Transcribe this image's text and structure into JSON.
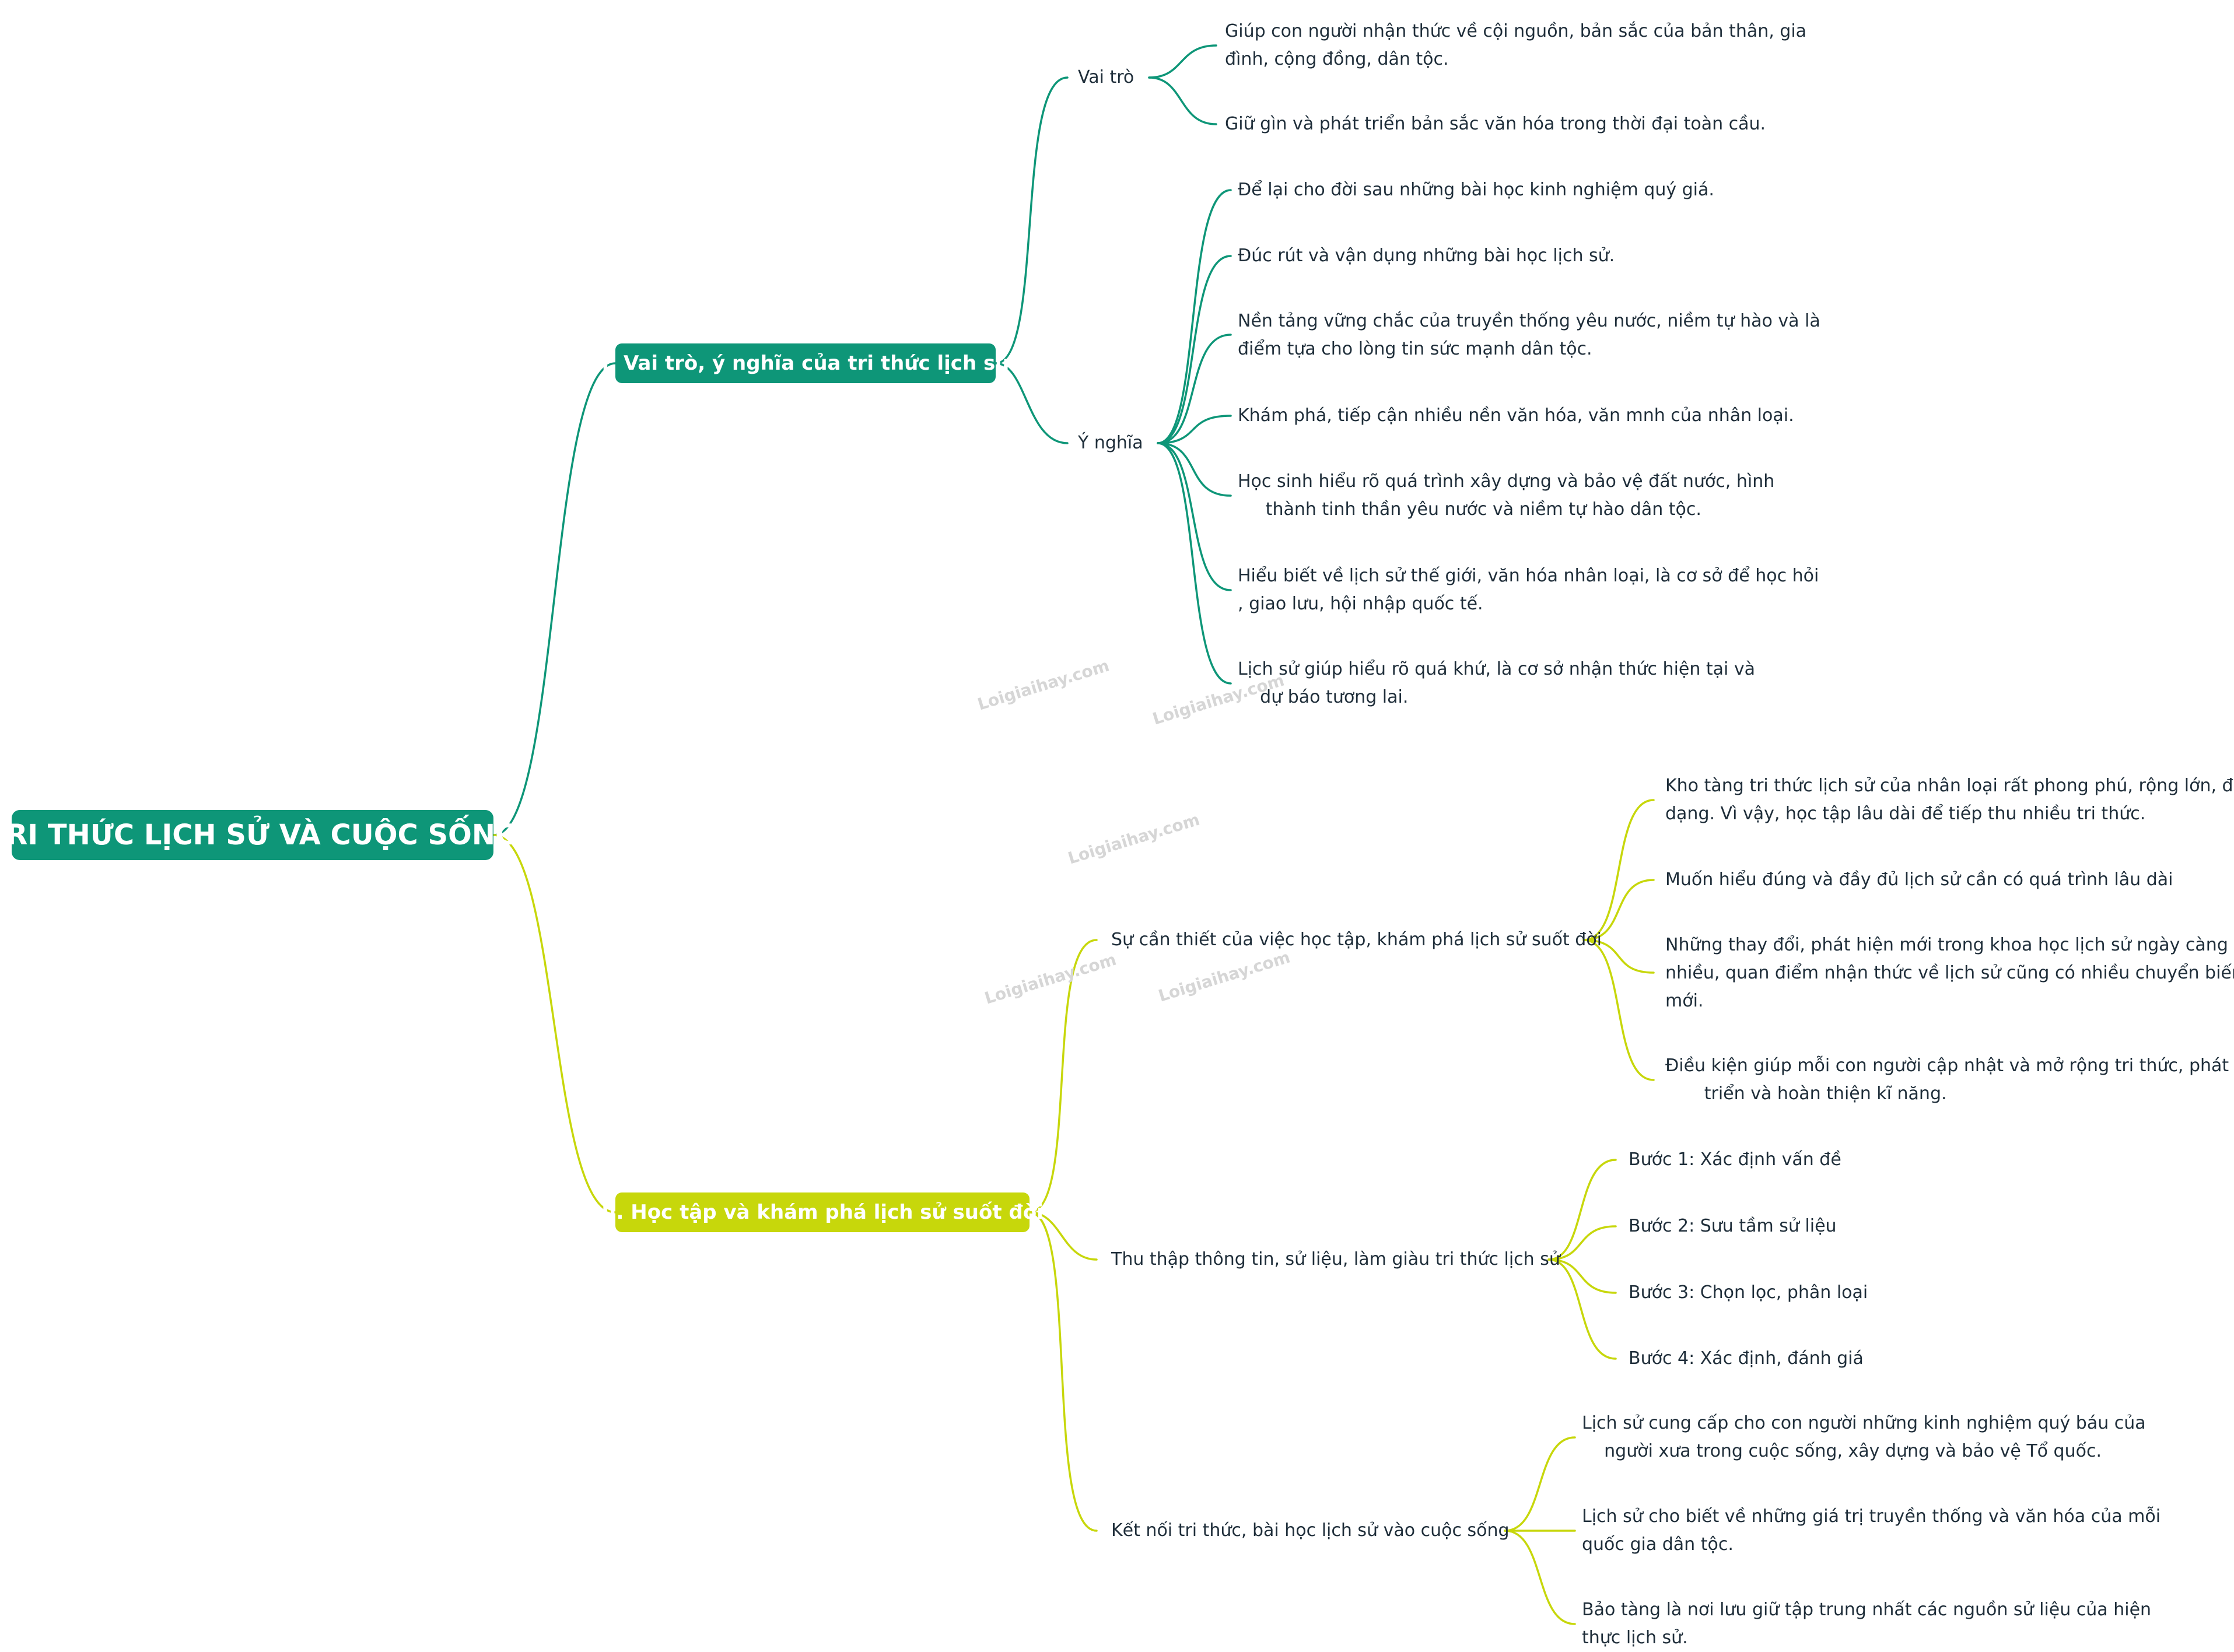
{
  "title": "TRI THỨC LỊCH SỬ VÀ CUỘC SỐNG",
  "colors": {
    "branch1": "#0e9678",
    "branch2": "#c7d70b",
    "text": "#1f2e3a"
  },
  "branch1": {
    "label": "I. Vai trò, ý nghĩa của tri thức lịch sử",
    "vai_tro": {
      "label": "Vai trò",
      "items": [
        "Giúp con người nhận thức về cội nguồn, bản sắc của bản thân, gia\nđình, cộng đồng, dân tộc.",
        "Giữ gìn và phát triển bản sắc văn hóa trong thời đại toàn cầu."
      ]
    },
    "y_nghia": {
      "label": "Ý nghĩa",
      "items": [
        "Để lại cho đời sau những bài học kinh nghiệm quý giá.",
        "Đúc rút và vận dụng những bài học lịch sử.",
        "Nền tảng vững chắc của truyền thống yêu nước, niềm tự hào và là\nđiểm tựa cho lòng tin sức mạnh dân tộc.",
        "Khám phá, tiếp cận nhiều nền văn hóa, văn mnh của nhân loại.",
        "Học sinh hiểu rõ quá trình xây dựng và bảo vệ đất nước, hình\n     thành tinh thần yêu nước và niềm tự hào dân tộc.",
        "Hiểu biết về lịch sử thế giới, văn hóa nhân loại, là cơ sở để học hỏi\n, giao lưu, hội nhập quốc tế.",
        "Lịch sử giúp hiểu rõ quá khứ, là cơ sở nhận thức hiện tại và\n    dự báo tương lai."
      ]
    }
  },
  "branch2": {
    "label": "II. Học tập và khám phá lịch sử suốt đời",
    "can_thiet": {
      "label": "Sự cần thiết của việc học tập, khám phá lịch sử suốt đời",
      "items": [
        "Kho tàng tri thức lịch sử của nhân loại rất phong phú, rộng lớn, đa\ndạng. Vì vậy, học tập lâu dài để tiếp thu nhiều tri thức.",
        "Muốn hiểu đúng và đầy đủ lịch sử cần có quá trình lâu dài",
        "Những thay đổi, phát hiện mới trong khoa học lịch sử ngày càng\nnhiều, quan điểm nhận thức về lịch sử cũng có nhiều chuyển biến\nmới.",
        "Điều kiện giúp mỗi con người cập nhật và mở rộng tri thức, phát\n       triển và hoàn thiện kĩ năng."
      ]
    },
    "thu_thap": {
      "label": "Thu thập thông tin, sử liệu, làm giàu tri thức lịch sử",
      "items": [
        "Bước 1: Xác định vấn đề",
        "Bước 2: Sưu tầm sử liệu",
        "Bước 3: Chọn lọc, phân loại",
        "Bước 4: Xác định, đánh giá"
      ]
    },
    "ket_noi": {
      "label": "Kết nối tri thức, bài học lịch sử vào cuộc sống",
      "items": [
        "Lịch sử cung cấp cho con người những kinh nghiệm quý báu của\n    người xưa trong cuộc sống, xây dựng và bảo vệ Tổ quốc.",
        "Lịch sử cho biết về những giá trị truyền thống và văn hóa của mỗi\nquốc gia dân tộc.",
        "Bảo tàng là nơi lưu giữ tập trung nhất các nguồn sử liệu của hiện\nthực lịch sử."
      ]
    }
  },
  "watermark": "Loigiaihay.com"
}
